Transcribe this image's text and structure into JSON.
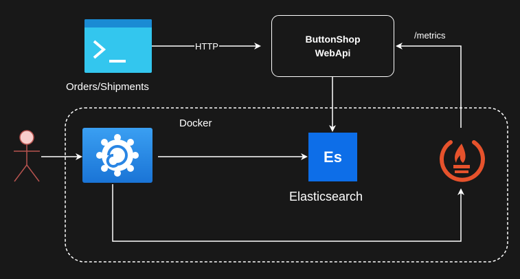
{
  "diagram": {
    "edges": {
      "http_label": "HTTP",
      "metrics_label": "/metrics"
    },
    "groups": {
      "docker_label": "Docker"
    },
    "nodes": {
      "webapi": {
        "line1": "ButtonShop",
        "line2": "WebApi"
      },
      "client": {
        "label": "Orders/Shipments",
        "icon": "terminal-icon"
      },
      "grafana": {
        "icon": "grafana-icon"
      },
      "elasticsearch": {
        "label": "Elasticsearch",
        "short": "Es",
        "icon": "elasticsearch-icon"
      },
      "prometheus": {
        "icon": "prometheus-icon"
      },
      "user": {
        "icon": "user-actor-icon"
      }
    }
  },
  "colors": {
    "background": "#181818",
    "stroke": "#ffffff",
    "terminal_body": "#33c6ee",
    "terminal_bar": "#1a8bd4",
    "grafana_top": "#3a9ff2",
    "grafana_bottom": "#1a74d6",
    "elasticsearch": "#0d6ee8",
    "prometheus": "#e6522c",
    "actor_fill": "#f8cecc",
    "actor_stroke": "#b85450"
  }
}
